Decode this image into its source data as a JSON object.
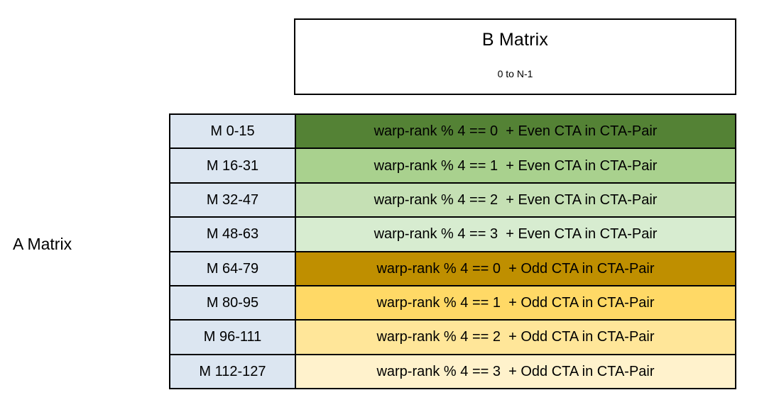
{
  "b_matrix": {
    "title": "B Matrix",
    "subtitle": "0 to N-1"
  },
  "a_matrix": {
    "label": "A Matrix"
  },
  "colors": {
    "row_label_background": "#dce6f1",
    "border": "#000000",
    "even_cta": [
      "#548235",
      "#a9d18e",
      "#c5e0b4",
      "#d7ecd0"
    ],
    "odd_cta": [
      "#bf8f00",
      "#ffd966",
      "#ffe699",
      "#fff2cc"
    ]
  },
  "rows": [
    {
      "label": "M 0-15",
      "description": "warp-rank % 4 == 0  + Even CTA in CTA-Pair",
      "color": "#548235"
    },
    {
      "label": "M 16-31",
      "description": "warp-rank % 4 == 1  + Even CTA in CTA-Pair",
      "color": "#a9d18e"
    },
    {
      "label": "M 32-47",
      "description": "warp-rank % 4 == 2  + Even CTA in CTA-Pair",
      "color": "#c5e0b4"
    },
    {
      "label": "M 48-63",
      "description": "warp-rank % 4 == 3  + Even CTA in CTA-Pair",
      "color": "#d7ecd0"
    },
    {
      "label": "M 64-79",
      "description": "warp-rank % 4 == 0  + Odd CTA in CTA-Pair",
      "color": "#bf8f00"
    },
    {
      "label": "M 80-95",
      "description": "warp-rank % 4 == 1  + Odd CTA in CTA-Pair",
      "color": "#ffd966"
    },
    {
      "label": "M 96-111",
      "description": "warp-rank % 4 == 2  + Odd CTA in CTA-Pair",
      "color": "#ffe699"
    },
    {
      "label": "M 112-127",
      "description": "warp-rank % 4 == 3  + Odd CTA in CTA-Pair",
      "color": "#fff2cc"
    }
  ]
}
